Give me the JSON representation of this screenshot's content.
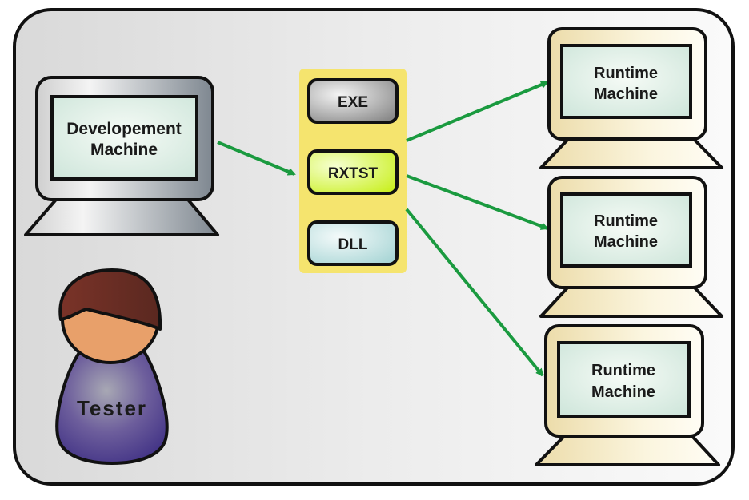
{
  "diagram": {
    "development_machine": {
      "line1": "Developement",
      "line2": "Machine"
    },
    "tester": {
      "label": "Tester"
    },
    "package": {
      "items": [
        {
          "label": "EXE"
        },
        {
          "label": "RXTST"
        },
        {
          "label": "DLL"
        }
      ]
    },
    "runtime_machines": [
      {
        "line1": "Runtime",
        "line2": "Machine"
      },
      {
        "line1": "Runtime",
        "line2": "Machine"
      },
      {
        "line1": "Runtime",
        "line2": "Machine"
      }
    ],
    "colors": {
      "arrow": "#1a9a3f",
      "package_bg": "#f5e46e",
      "tester_body": "#4a3f8a",
      "hair": "#6a2f26",
      "skin": "#e8a06a"
    }
  }
}
